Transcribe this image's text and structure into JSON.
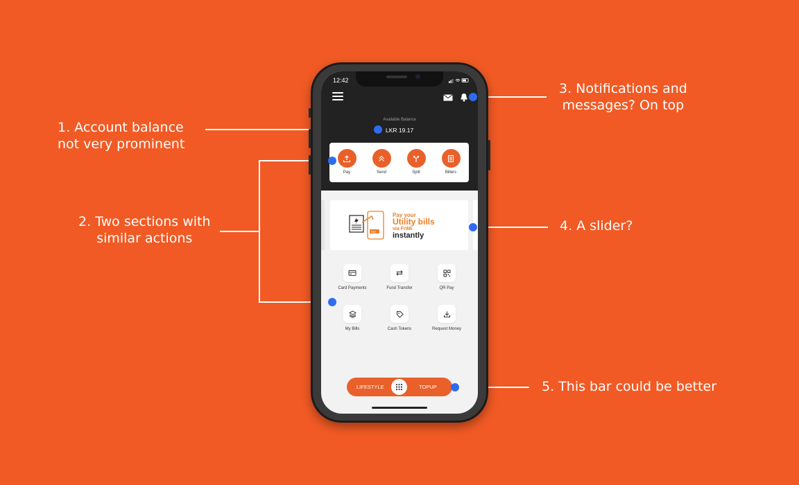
{
  "annotations": {
    "a1_line1": "1. Account balance",
    "a1_line2": "not very prominent",
    "a2_line1": "2. Two sections with",
    "a2_line2": "similar actions",
    "a3_line1": "3. Notifications and",
    "a3_line2": "messages? On top",
    "a4": "4. A slider?",
    "a5": "5. This bar could be better"
  },
  "phone": {
    "status_time": "12:42",
    "balance_label": "Available Balance",
    "balance_value": "LKR 19.17",
    "quick_actions": [
      {
        "label": "Pay",
        "icon": "upload-icon"
      },
      {
        "label": "Send",
        "icon": "double-chevron-up-icon"
      },
      {
        "label": "Split",
        "icon": "split-arrows-icon"
      },
      {
        "label": "Billers",
        "icon": "bill-icon"
      }
    ],
    "banner": {
      "line1": "Pay your",
      "line2": "Utility bills",
      "line3": "via FriMi",
      "line4": "instantly",
      "badge": "PAY"
    },
    "services": [
      {
        "label": "Card Payments",
        "icon": "card-icon"
      },
      {
        "label": "Fund Transfer",
        "icon": "transfer-icon"
      },
      {
        "label": "QR Pay",
        "icon": "qr-icon"
      },
      {
        "label": "My Bills",
        "icon": "layers-icon"
      },
      {
        "label": "Cash Tokens",
        "icon": "tag-icon"
      },
      {
        "label": "Request Money",
        "icon": "download-icon"
      }
    ],
    "bottom_bar": {
      "left": "LIFESTYLE",
      "right": "TOPUP"
    }
  },
  "colors": {
    "background": "#F15A24",
    "accent": "#E9602A",
    "dot": "#2F6BF0",
    "dark_header": "#222222"
  }
}
